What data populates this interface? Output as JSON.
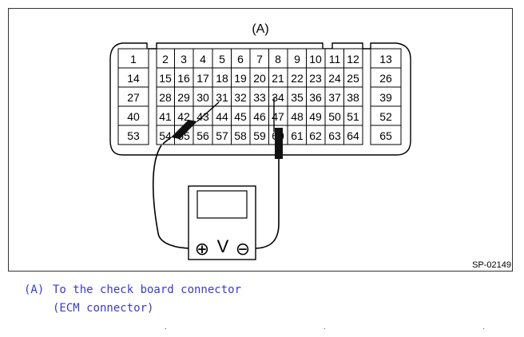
{
  "connector": {
    "label": "(A)",
    "rows": [
      [
        "1",
        "2",
        "3",
        "4",
        "5",
        "6",
        "7",
        "8",
        "9",
        "10",
        "11",
        "12",
        "13"
      ],
      [
        "14",
        "15",
        "16",
        "17",
        "18",
        "19",
        "20",
        "21",
        "22",
        "23",
        "24",
        "25",
        "26"
      ],
      [
        "27",
        "28",
        "29",
        "30",
        "31",
        "32",
        "33",
        "34",
        "35",
        "36",
        "37",
        "38",
        "39"
      ],
      [
        "40",
        "41",
        "42",
        "43",
        "44",
        "45",
        "46",
        "47",
        "48",
        "49",
        "50",
        "51",
        "52"
      ],
      [
        "53",
        "54",
        "55",
        "56",
        "57",
        "58",
        "59",
        "60",
        "61",
        "62",
        "63",
        "64",
        "65"
      ]
    ]
  },
  "voltmeter": {
    "symbol": "V",
    "positive_terminal": "⊕",
    "negative_terminal": "⊖"
  },
  "figure_code": "SP-02149",
  "caption": {
    "marker": "(A)",
    "line1": "To the check board connector",
    "line2": "(ECM connector)"
  }
}
